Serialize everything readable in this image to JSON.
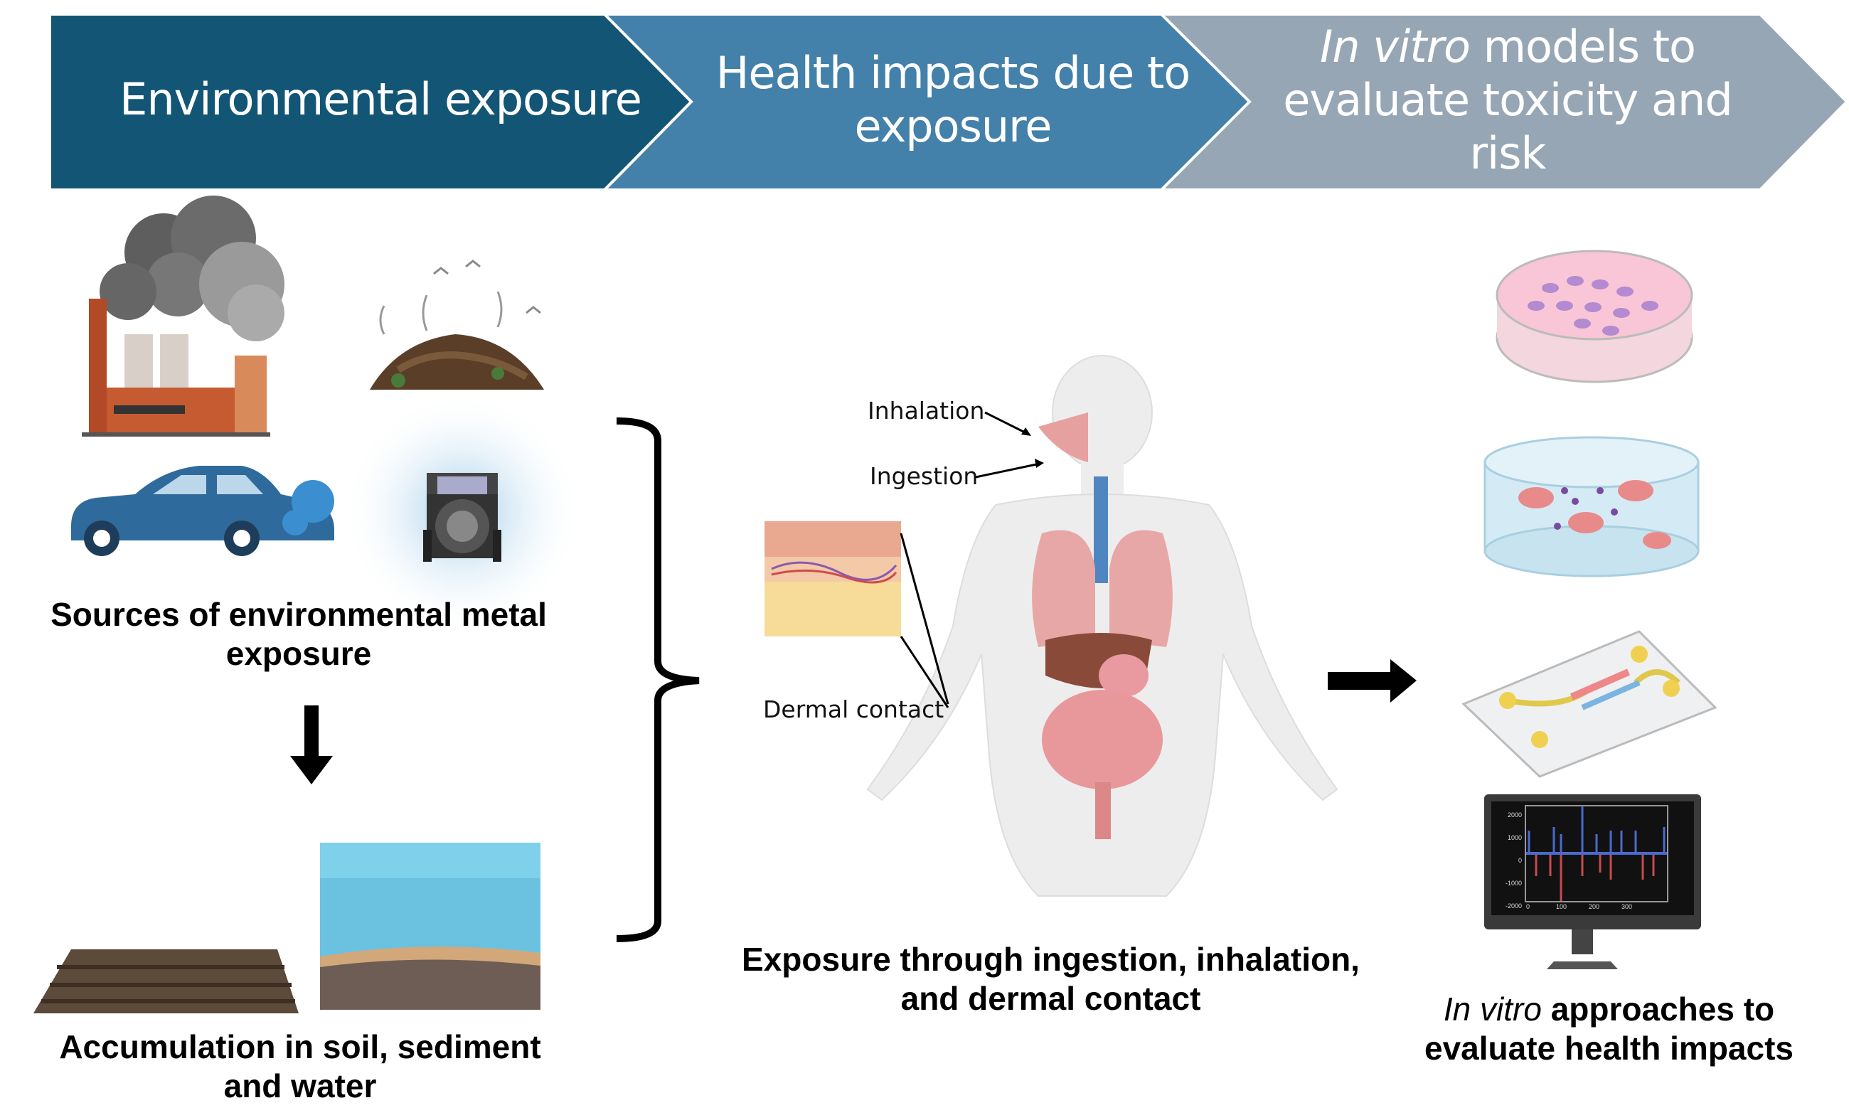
{
  "banner": {
    "step1": "Environmental exposure",
    "step2_line1": "Health impacts due to",
    "step2_line2": "exposure",
    "step3_italic": "In vitro",
    "step3_line1_rest": " models to",
    "step3_line2": "evaluate toxicity and",
    "step3_line3": "risk"
  },
  "left": {
    "sources_caption_line1": "Sources of environmental metal",
    "sources_caption_line2": "exposure",
    "accumulation_caption_line1": "Accumulation in soil, sediment",
    "accumulation_caption_line2": "and water"
  },
  "middle": {
    "inhalation": "Inhalation",
    "ingestion": "Ingestion",
    "dermal": "Dermal contact",
    "caption_line1": "Exposure through ingestion, inhalation,",
    "caption_line2": "and dermal contact"
  },
  "right": {
    "caption_italic": "In vitro",
    "caption_line1_rest": " approaches to",
    "caption_line2": "evaluate health impacts",
    "monitor_y_ticks": [
      "2000",
      "1000",
      "0",
      "-1000",
      "-2000"
    ],
    "monitor_x_ticks": [
      "0",
      "100",
      "200",
      "300"
    ]
  },
  "colors": {
    "step1": "#135574",
    "step2": "#4380aa",
    "step3": "#97a6b4"
  }
}
